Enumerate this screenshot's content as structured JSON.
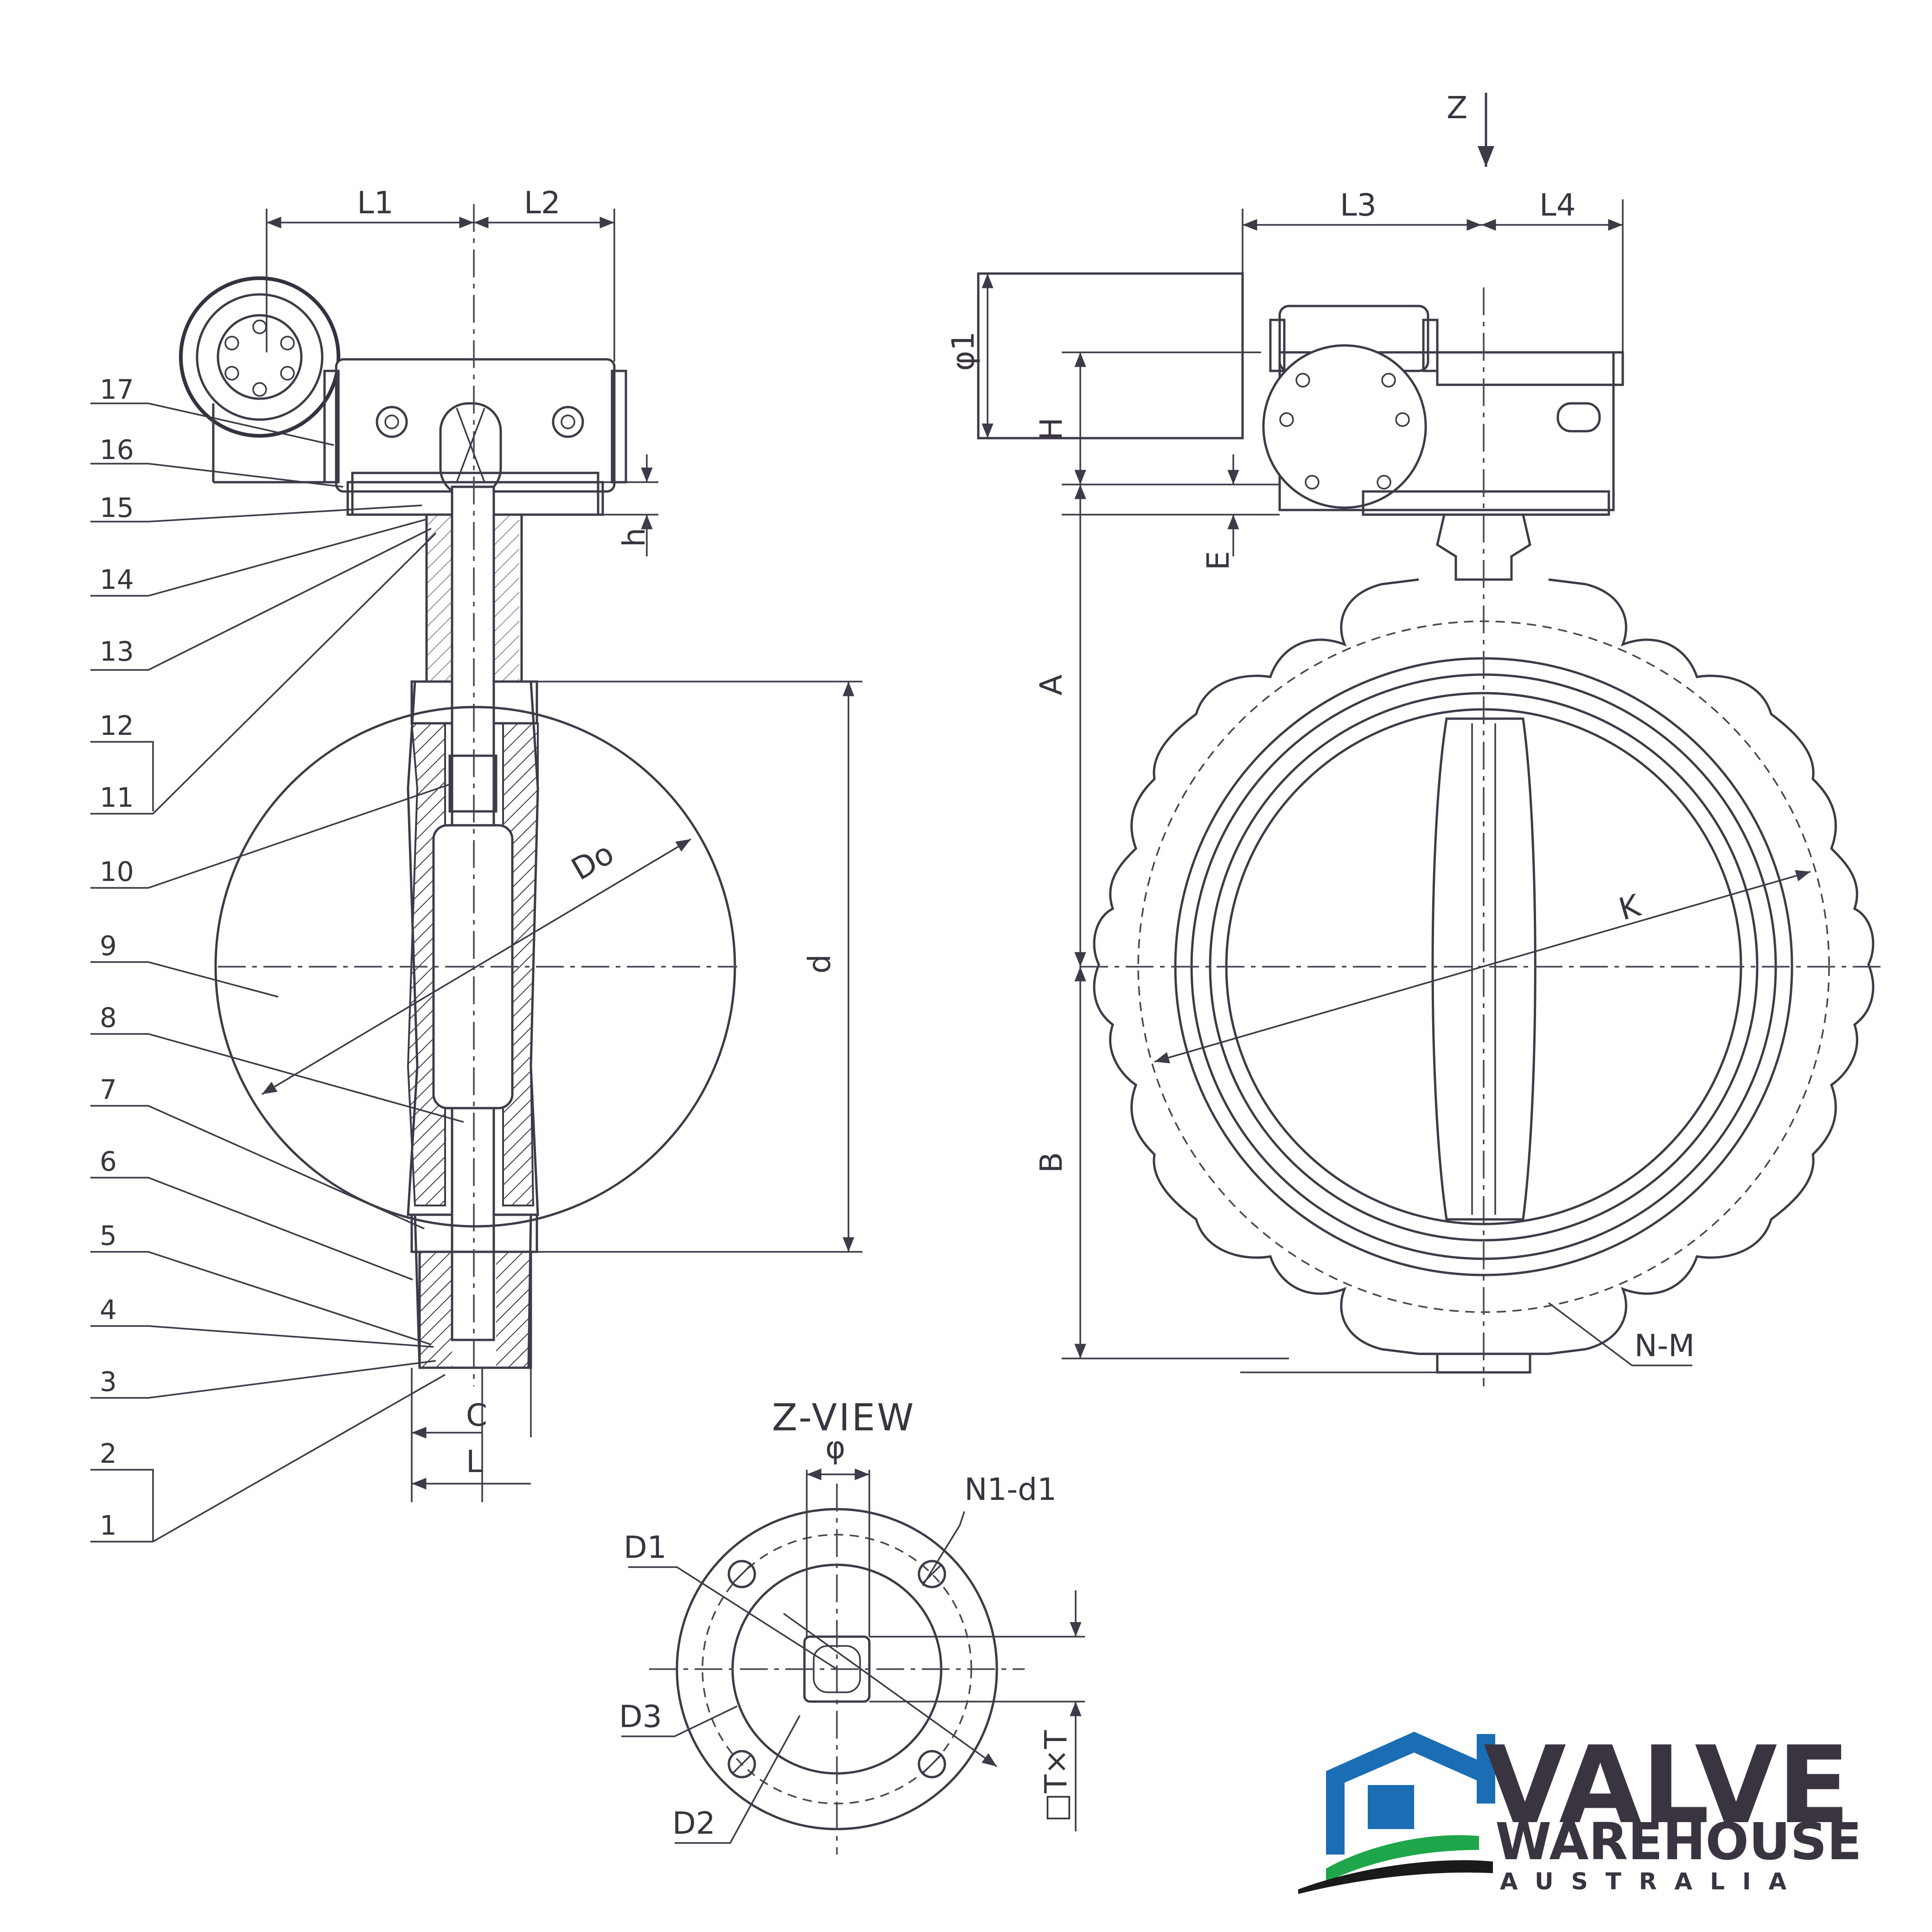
{
  "part_numbers": [
    "17",
    "16",
    "15",
    "14",
    "13",
    "12",
    "11",
    "10",
    "9",
    "8",
    "7",
    "6",
    "5",
    "4",
    "3",
    "2",
    "1"
  ],
  "dimension_labels": {
    "L1": "L1",
    "L2": "L2",
    "L3": "L3",
    "L4": "L4",
    "h": "h",
    "H": "H",
    "E": "E",
    "A": "A",
    "B": "B",
    "d": "d",
    "Do": "Do",
    "K": "K",
    "N_M": "N-M",
    "C": "C",
    "L": "L",
    "phi1": "φ1",
    "Z": "Z",
    "phi": "φ",
    "N1_d1": "N1-d1",
    "D1": "D1",
    "D2": "D2",
    "D3": "D3",
    "TxT": "□T×T"
  },
  "z_view_title": "Z-VIEW",
  "logo": {
    "word1": "VALVE",
    "word2": "WAREHOUSE",
    "word3": "AUSTRALIA",
    "colors": {
      "green": "#1fa64a",
      "blue": "#1b6db4",
      "dark": "#1a1a1a"
    }
  }
}
